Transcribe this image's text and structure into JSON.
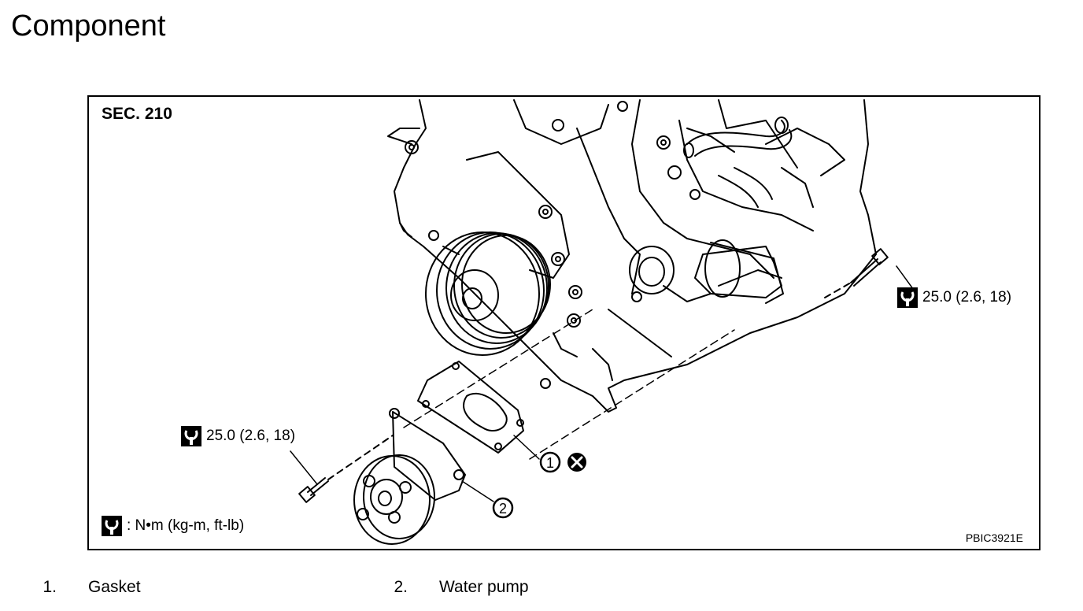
{
  "page": {
    "title": "Component"
  },
  "figure": {
    "section": "SEC. 210",
    "code": "PBIC3921E",
    "legend_text": ": N•m (kg-m, ft-lb)",
    "torque_right": "25.0 (2.6, 18)",
    "torque_left": "25.0 (2.6, 18)",
    "callouts": [
      {
        "number": "1",
        "mark": "do-not-reuse-icon"
      },
      {
        "number": "2"
      }
    ]
  },
  "parts": [
    {
      "number": "1.",
      "name": "Gasket"
    },
    {
      "number": "2.",
      "name": "Water pump"
    }
  ]
}
